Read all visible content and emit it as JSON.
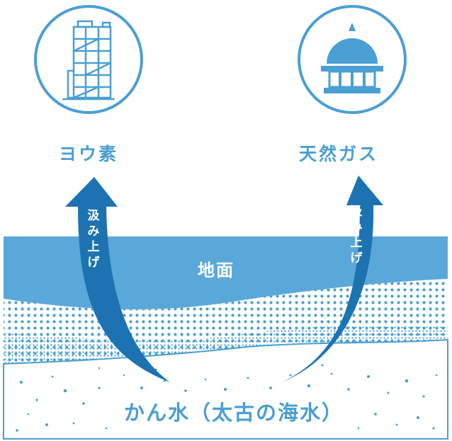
{
  "resources": {
    "iodine_label": "ヨウ素",
    "gas_label": "天然ガス"
  },
  "ground": {
    "label": "地面"
  },
  "brine": {
    "label": "かん水（太古の海水）"
  },
  "arrows": {
    "left_label": "汲み上げ",
    "right_label": "汲み上げ"
  },
  "icons": {
    "left": "factory-building-icon",
    "right": "gas-tank-dome-icon"
  },
  "colors": {
    "accent": "#4a9fd3",
    "ground": "#5aa8d9",
    "arrow": "#1d73b2",
    "dots": "#4a9fd3"
  }
}
